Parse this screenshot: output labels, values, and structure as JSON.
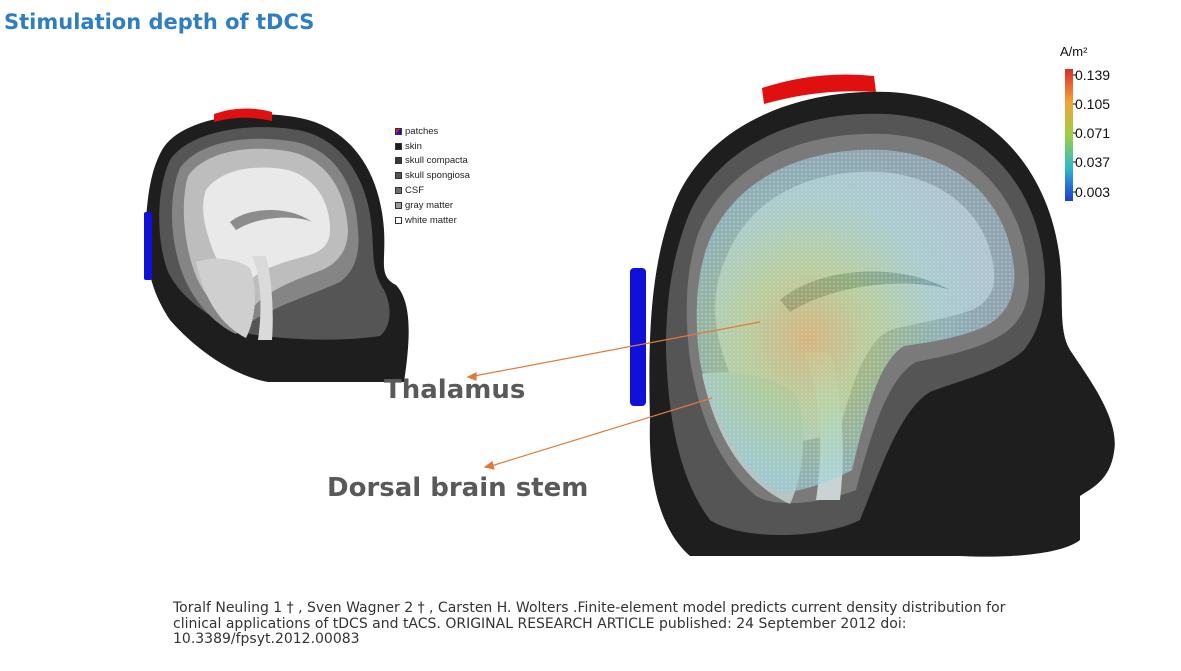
{
  "title": "Stimulation depth of tDCS",
  "legend": {
    "items": [
      {
        "label": "patches",
        "swatch": "patches"
      },
      {
        "label": "skin",
        "swatch": "#1e1e1e"
      },
      {
        "label": "skull compacta",
        "swatch": "#3a3a3a"
      },
      {
        "label": "skull spongiosa",
        "swatch": "#555555"
      },
      {
        "label": "CSF",
        "swatch": "#6e6e6e"
      },
      {
        "label": "gray matter",
        "swatch": "#9a9a9a"
      },
      {
        "label": "white matter",
        "swatch": "#ffffff"
      }
    ]
  },
  "colorbar": {
    "unit": "A/m²",
    "ticks": [
      "0.139",
      "0.105",
      "0.071",
      "0.037",
      "0.003"
    ],
    "colors": [
      "#d73027",
      "#f4a23a",
      "#9ccf45",
      "#2fb8c9",
      "#1f3bd6"
    ]
  },
  "annotations": {
    "thalamus": "Thalamus",
    "brainstem": "Dorsal brain stem"
  },
  "colors": {
    "title": "#2f7ec1",
    "arrow": "#e07b39",
    "anode": "#e01010",
    "cathode": "#1010d8"
  },
  "citation": "Toralf Neuling 1 † , Sven Wagner 2 † , Carsten H. Wolters .Finite-element model predicts current density distribution for clinical applications of tDCS and tACS. ORIGINAL RESEARCH ARTICLE published: 24 September 2012 doi: 10.3389/fpsyt.2012.00083"
}
